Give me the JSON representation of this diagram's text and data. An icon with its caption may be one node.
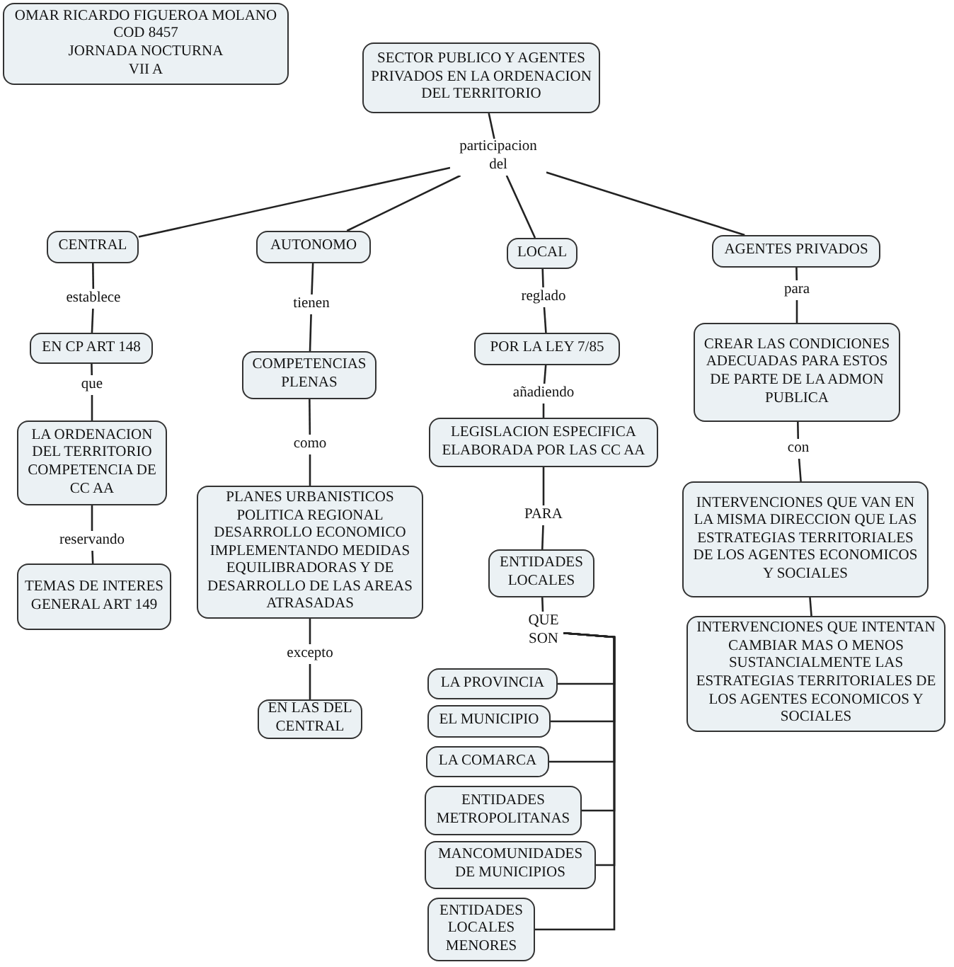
{
  "diagram": {
    "nodes": [
      {
        "text": [
          "OMAR RICARDO FIGUEROA MOLANO",
          "COD 8457",
          "JORNADA NOCTURNA",
          "VII A"
        ]
      },
      {
        "text": [
          "SECTOR PUBLICO Y AGENTES PRIVADOS EN LA ORDENACION DEL TERRITORIO"
        ]
      },
      {
        "text": [
          "participacion del"
        ]
      },
      {
        "text": [
          "CENTRAL"
        ]
      },
      {
        "text": [
          "AUTONOMO"
        ]
      },
      {
        "text": [
          "LOCAL"
        ]
      },
      {
        "text": [
          "AGENTES PRIVADOS"
        ]
      },
      {
        "text": [
          "establece"
        ]
      },
      {
        "text": [
          "EN CP ART 148"
        ]
      },
      {
        "text": [
          "que"
        ]
      },
      {
        "text": [
          "LA ORDENACION DEL TERRITORIO COMPETENCIA DE CC AA"
        ]
      },
      {
        "text": [
          "reservando"
        ]
      },
      {
        "text": [
          "TEMAS DE INTERES GENERAL ART 149"
        ]
      },
      {
        "text": [
          "tienen"
        ]
      },
      {
        "text": [
          "COMPETENCIAS PLENAS"
        ]
      },
      {
        "text": [
          "como"
        ]
      },
      {
        "text": [
          "PLANES URBANISTICOS POLITICA REGIONAL DESARROLLO ECONOMICO IMPLEMENTANDO MEDIDAS EQUILIBRADORAS Y DE DESARROLLO DE LAS AREAS ATRASADAS"
        ]
      },
      {
        "text": [
          "excepto"
        ]
      },
      {
        "text": [
          "EN LAS DEL CENTRAL"
        ]
      },
      {
        "text": [
          "reglado"
        ]
      },
      {
        "text": [
          "POR LA LEY 7/85"
        ]
      },
      {
        "text": [
          "añadiendo"
        ]
      },
      {
        "text": [
          "LEGISLACION ESPECIFICA ELABORADA POR LAS CC AA"
        ]
      },
      {
        "text": [
          "PARA"
        ]
      },
      {
        "text": [
          "ENTIDADES LOCALES"
        ]
      },
      {
        "text": [
          "QUE SON"
        ]
      },
      {
        "text": [
          "LA PROVINCIA"
        ]
      },
      {
        "text": [
          "EL MUNICIPIO"
        ]
      },
      {
        "text": [
          "LA COMARCA"
        ]
      },
      {
        "text": [
          "ENTIDADES METROPOLITANAS"
        ]
      },
      {
        "text": [
          "MANCOMUNIDADES DE MUNICIPIOS"
        ]
      },
      {
        "text": [
          "ENTIDADES LOCALES MENORES"
        ]
      },
      {
        "text": [
          "para"
        ]
      },
      {
        "text": [
          "CREAR LAS CONDICIONES ADECUADAS PARA ESTOS DE PARTE DE LA ADMON PUBLICA"
        ]
      },
      {
        "text": [
          "con"
        ]
      },
      {
        "text": [
          "INTERVENCIONES QUE VAN EN LA MISMA DIRECCION QUE LAS ESTRATEGIAS TERRITORIALES DE LOS AGENTES ECONOMICOS Y SOCIALES"
        ]
      },
      {
        "text": [
          "INTERVENCIONES QUE INTENTAN CAMBIAR MAS O MENOS SUSTANCIALMENTE LAS ESTRATEGIAS TERRITORIALES DE LOS AGENTES ECONOMICOS Y SOCIALES"
        ]
      }
    ],
    "edges": [
      {
        "from": 1,
        "to": 2,
        "arrow": "none"
      },
      {
        "from": 2,
        "to": 3,
        "arrow": "none"
      },
      {
        "from": 2,
        "to": 4,
        "arrow": "none"
      },
      {
        "from": 2,
        "to": 5,
        "arrow": "none"
      },
      {
        "from": 2,
        "to": 6,
        "arrow": "none"
      },
      {
        "from": 3,
        "to": 7,
        "arrow": "none"
      },
      {
        "from": 7,
        "to": 8,
        "arrow": "none"
      },
      {
        "from": 8,
        "to": 9,
        "arrow": "none"
      },
      {
        "from": 9,
        "to": 10,
        "arrow": "none"
      },
      {
        "from": 10,
        "to": 11,
        "arrow": "none"
      },
      {
        "from": 11,
        "to": 12,
        "arrow": "none"
      },
      {
        "from": 4,
        "to": 13,
        "arrow": "none"
      },
      {
        "from": 13,
        "to": 14,
        "arrow": "none"
      },
      {
        "from": 14,
        "to": 15,
        "arrow": "none"
      },
      {
        "from": 15,
        "to": 16,
        "arrow": "none"
      },
      {
        "from": 16,
        "to": 17,
        "arrow": "none"
      },
      {
        "from": 17,
        "to": 18,
        "arrow": "none"
      },
      {
        "from": 5,
        "to": 19,
        "arrow": "none"
      },
      {
        "from": 19,
        "to": 20,
        "arrow": "none"
      },
      {
        "from": 20,
        "to": 21,
        "arrow": "none"
      },
      {
        "from": 21,
        "to": 22,
        "arrow": "none"
      },
      {
        "from": 22,
        "to": 23,
        "arrow": "none"
      },
      {
        "from": 23,
        "to": 24,
        "arrow": "none"
      },
      {
        "from": 24,
        "to": 25,
        "arrow": "none"
      },
      {
        "from": 25,
        "to": 26,
        "arrow": "none"
      },
      {
        "from": 25,
        "to": 27,
        "arrow": "none"
      },
      {
        "from": 25,
        "to": 28,
        "arrow": "none"
      },
      {
        "from": 25,
        "to": 29,
        "arrow": "none"
      },
      {
        "from": 25,
        "to": 30,
        "arrow": "none"
      },
      {
        "from": 25,
        "to": 31,
        "arrow": "none"
      },
      {
        "from": 6,
        "to": 32,
        "arrow": "none"
      },
      {
        "from": 32,
        "to": 33,
        "arrow": "none"
      },
      {
        "from": 33,
        "to": 34,
        "arrow": "none"
      },
      {
        "from": 34,
        "to": 35,
        "arrow": "none"
      },
      {
        "from": 35,
        "to": 36,
        "arrow": "none"
      }
    ]
  }
}
